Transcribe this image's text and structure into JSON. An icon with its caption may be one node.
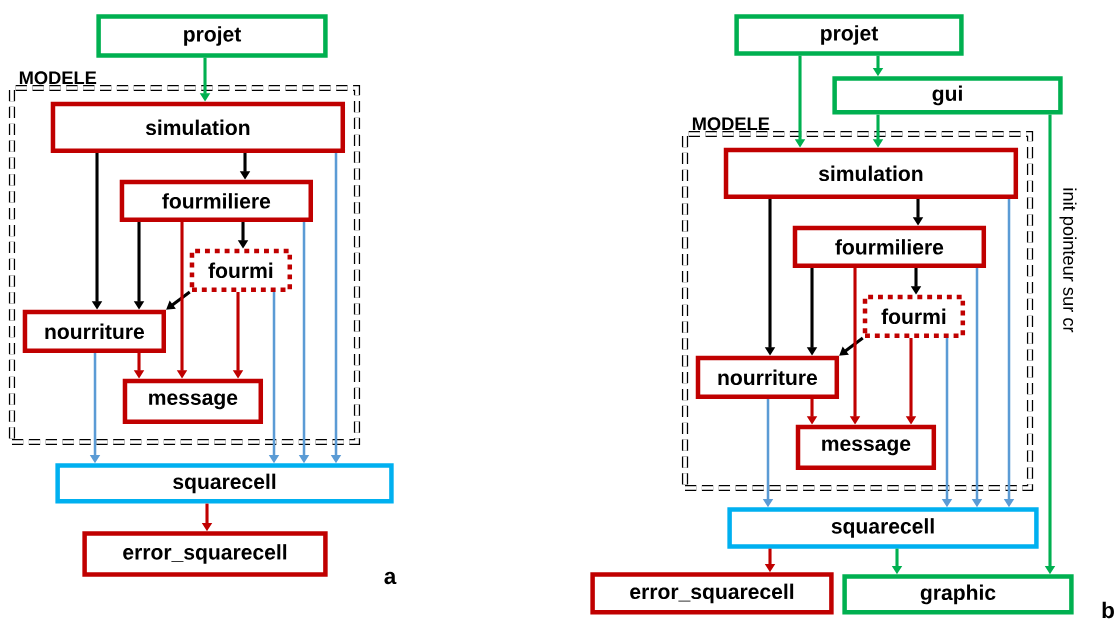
{
  "diagram": {
    "nodes": [
      {
        "text": [
          "projet"
        ]
      },
      {
        "text": [
          "MODELE"
        ]
      },
      {
        "text": [
          "simulation"
        ],
        "in": 1
      },
      {
        "text": [
          "fourmiliere"
        ],
        "in": 1
      },
      {
        "text": [
          "fourmi"
        ],
        "in": 1
      },
      {
        "text": [
          "nourriture"
        ],
        "in": 1
      },
      {
        "text": [
          "message"
        ],
        "in": 1
      },
      {
        "text": [
          "squarecell"
        ]
      },
      {
        "text": [
          "error_squarecell"
        ]
      },
      {
        "text": [
          "projet"
        ]
      },
      {
        "text": [
          "gui"
        ]
      },
      {
        "text": [
          "MODELE"
        ]
      },
      {
        "text": [
          "simulation"
        ],
        "in": 11
      },
      {
        "text": [
          "fourmiliere"
        ],
        "in": 11
      },
      {
        "text": [
          "fourmi"
        ],
        "in": 11
      },
      {
        "text": [
          "nourriture"
        ],
        "in": 11
      },
      {
        "text": [
          "message"
        ],
        "in": 11
      },
      {
        "text": [
          "squarecell"
        ]
      },
      {
        "text": [
          "error_squarecell"
        ]
      },
      {
        "text": [
          "graphic"
        ]
      }
    ],
    "edges": [
      {
        "from": 0,
        "to": 2,
        "arrow": "to",
        "color": "#00b050"
      },
      {
        "from": 2,
        "to": 3,
        "arrow": "to"
      },
      {
        "from": 2,
        "to": 5,
        "arrow": "to"
      },
      {
        "from": 3,
        "to": 5,
        "arrow": "to"
      },
      {
        "from": 3,
        "to": 4,
        "arrow": "to"
      },
      {
        "from": 4,
        "to": 5,
        "arrow": "to"
      },
      {
        "from": 5,
        "to": 6,
        "arrow": "to",
        "color": "#c00000"
      },
      {
        "from": 3,
        "to": 6,
        "arrow": "to",
        "color": "#c00000"
      },
      {
        "from": 4,
        "to": 6,
        "arrow": "to",
        "color": "#c00000"
      },
      {
        "from": 5,
        "to": 7,
        "arrow": "to",
        "color": "#5b9bd5"
      },
      {
        "from": 4,
        "to": 7,
        "arrow": "to",
        "color": "#5b9bd5"
      },
      {
        "from": 3,
        "to": 7,
        "arrow": "to",
        "color": "#5b9bd5"
      },
      {
        "from": 2,
        "to": 7,
        "arrow": "to",
        "color": "#5b9bd5"
      },
      {
        "from": 7,
        "to": 8,
        "arrow": "to",
        "color": "#c00000"
      },
      {
        "from": 9,
        "to": 12,
        "arrow": "to",
        "color": "#00b050"
      },
      {
        "from": 9,
        "to": 10,
        "arrow": "to",
        "color": "#00b050"
      },
      {
        "from": 10,
        "to": 12,
        "arrow": "to",
        "color": "#00b050"
      },
      {
        "from": 12,
        "to": 13,
        "arrow": "to"
      },
      {
        "from": 12,
        "to": 15,
        "arrow": "to"
      },
      {
        "from": 13,
        "to": 15,
        "arrow": "to"
      },
      {
        "from": 13,
        "to": 14,
        "arrow": "to"
      },
      {
        "from": 14,
        "to": 15,
        "arrow": "to"
      },
      {
        "from": 15,
        "to": 16,
        "arrow": "to",
        "color": "#c00000"
      },
      {
        "from": 13,
        "to": 16,
        "arrow": "to",
        "color": "#c00000"
      },
      {
        "from": 14,
        "to": 16,
        "arrow": "to",
        "color": "#c00000"
      },
      {
        "from": 15,
        "to": 17,
        "arrow": "to",
        "color": "#5b9bd5"
      },
      {
        "from": 14,
        "to": 17,
        "arrow": "to",
        "color": "#5b9bd5"
      },
      {
        "from": 13,
        "to": 17,
        "arrow": "to",
        "color": "#5b9bd5"
      },
      {
        "from": 12,
        "to": 17,
        "arrow": "to",
        "color": "#5b9bd5"
      },
      {
        "from": 17,
        "to": 18,
        "arrow": "to",
        "color": "#c00000"
      },
      {
        "from": 17,
        "to": 19,
        "arrow": "to",
        "color": "#00b050"
      },
      {
        "from": 10,
        "to": 19,
        "arrow": "to",
        "color": "#00b050",
        "label": "init pointeur sur cr"
      }
    ],
    "labels": [
      "a",
      "b"
    ]
  }
}
